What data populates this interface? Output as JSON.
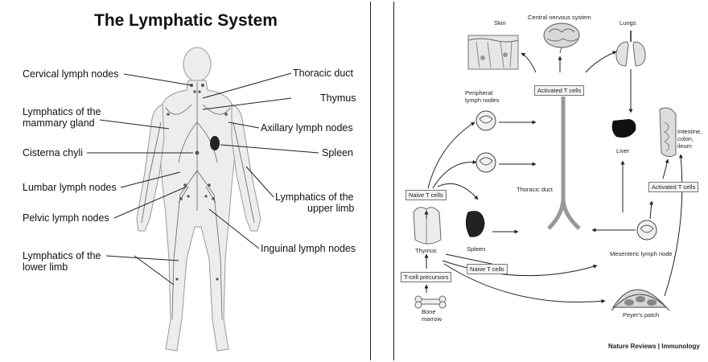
{
  "left": {
    "title": "The Lymphatic System",
    "labels": {
      "cervical": "Cervical lymph nodes",
      "mammary": [
        "Lymphatics of the",
        "mammary gland"
      ],
      "cisterna": "Cisterna chyli",
      "lumbar": "Lumbar lymph nodes",
      "pelvic": "Pelvic lymph nodes",
      "lower_limb": [
        "Lymphatics of the",
        "lower limb"
      ],
      "thoracic": "Thoracic duct",
      "thymus": "Thymus",
      "axillary": "Axillary lymph nodes",
      "spleen": "Spleen",
      "upper_limb": [
        "Lymphatics of the",
        "upper limb"
      ],
      "inguinal": "Inguinal lymph nodes"
    }
  },
  "right": {
    "skin": "Skin",
    "cns": "Central nervous system",
    "lungs": "Lungs",
    "activated_top": "Activated T cells",
    "peripheral": [
      "Peripheral",
      "lymph nodes"
    ],
    "liver": "Liver",
    "intestine": [
      "Intestine,",
      "colon,",
      "ileum"
    ],
    "naive_left": "Naive T cells",
    "thoracic_duct": "Thoracic duct",
    "activated_right": "Activated T cells",
    "thymus": "Thymus",
    "spleen": "Spleen",
    "naive_bottom": "Naive T cells",
    "mesenteric": "Mesenteric lymph node",
    "precursors": "T-cell precursors",
    "bone_marrow": [
      "Bone",
      "marrow"
    ],
    "peyers": "Peyer's patch",
    "credit": "Nature Reviews | Immunology"
  }
}
